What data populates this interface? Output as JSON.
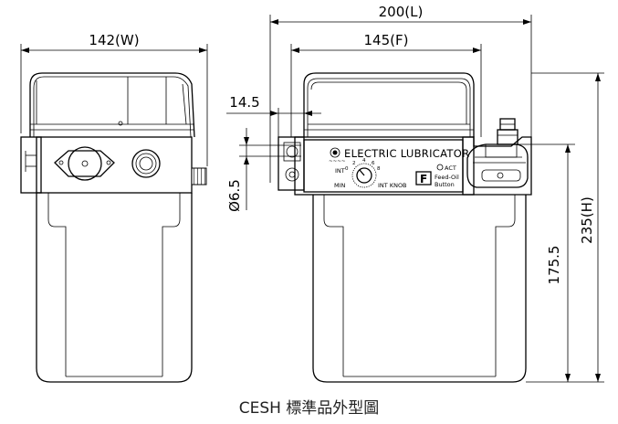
{
  "dimensions": {
    "width_front": "142(W)",
    "length_total": "200(L)",
    "flange": "145(F)",
    "offset": "14.5",
    "hole": "Ø6.5",
    "height_total": "235(H)",
    "height_body": "175.5"
  },
  "panel": {
    "title": "ELECTRIC LUBRICATOR",
    "int_label": "INT",
    "min_label": "MIN",
    "int_knob_label": "INT KNOB",
    "act_label": "ACT",
    "feed_key": "F",
    "feed_label_1": "Feed-Oil",
    "feed_label_2": "Button"
  },
  "caption": "CESH 標準品外型圖"
}
